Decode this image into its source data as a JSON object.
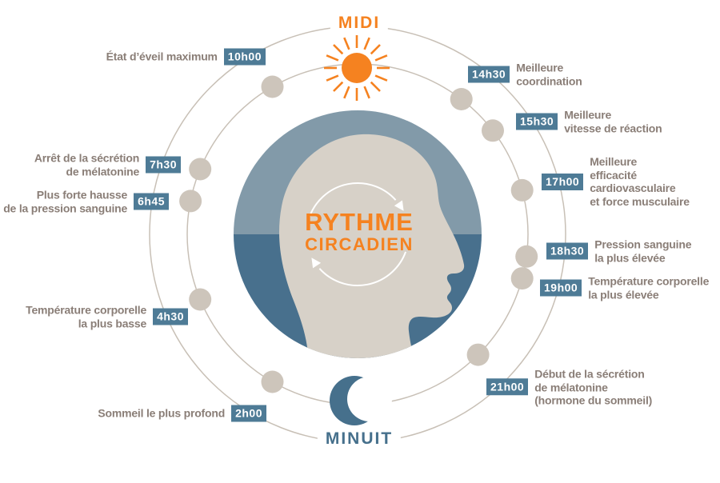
{
  "labels": {
    "noon": "MIDI",
    "midnight": "MINUIT"
  },
  "center": {
    "title_line1": "RYTHME",
    "title_line2": "CIRCADIEN"
  },
  "colors": {
    "orange": "#f58220",
    "badge_blue": "#4e7b96",
    "day_blue": "#829aa9",
    "night_blue": "#48708d",
    "moon_blue": "#46708c",
    "head_beige": "#d7d1c8",
    "dot_beige": "#cdc5bb",
    "circle_line": "#c8c0b6",
    "text_taupe": "#8a7e77"
  },
  "icons": {
    "top": "sun-icon",
    "bottom": "moon-icon"
  },
  "points": [
    {
      "time": "10h00",
      "description": "État d’éveil maximum",
      "side": "left"
    },
    {
      "time": "14h30",
      "description": "Meilleure\ncoordination",
      "side": "right"
    },
    {
      "time": "15h30",
      "description": "Meilleure\nvitesse de réaction",
      "side": "right"
    },
    {
      "time": "17h00",
      "description": "Meilleure\nefficacité cardiovasculaire\net force musculaire",
      "side": "right"
    },
    {
      "time": "18h30",
      "description": "Pression sanguine\nla plus élevée",
      "side": "right"
    },
    {
      "time": "19h00",
      "description": "Température corporelle\nla plus élevée",
      "side": "right"
    },
    {
      "time": "21h00",
      "description": "Début de la sécrétion\nde mélatonine\n(hormone du sommeil)",
      "side": "right"
    },
    {
      "time": "2h00",
      "description": "Sommeil le plus profond",
      "side": "left"
    },
    {
      "time": "4h30",
      "description": "Température corporelle\nla plus basse",
      "side": "left"
    },
    {
      "time": "6h45",
      "description": "Plus forte hausse\nde la pression sanguine",
      "side": "left"
    },
    {
      "time": "7h30",
      "description": "Arrêt de la sécrétion\nde mélatonine",
      "side": "left"
    }
  ]
}
